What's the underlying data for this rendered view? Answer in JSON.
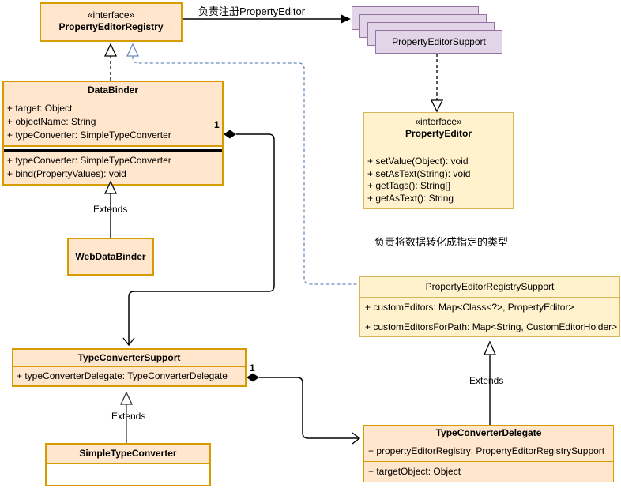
{
  "diagram": {
    "notes": {
      "register_note": "负责注册PropertyEditor",
      "convert_note": "负责将数据转化成指定的类型"
    },
    "edge_labels": {
      "extends_webdatabinder": "Extends",
      "extends_simpletypeconverter": "Extends",
      "extends_typeconverterdelegate": "Extends",
      "multiplicity_databinder": "1",
      "multiplicity_typeconvertersupport": "1"
    },
    "colors": {
      "orange_fill": "#FFE6CC",
      "orange_border": "#D79B00",
      "yellow_fill": "#FFF2CC",
      "yellow_border": "#D6B656",
      "purple_fill": "#E1D5E7",
      "purple_border": "#9673A6",
      "blue_edge": "#6C8EBF"
    },
    "classes": {
      "property_editor_registry": {
        "stereotype": "«interface»",
        "name": "PropertyEditorRegistry"
      },
      "property_editor_support": {
        "name": "PropertyEditorSupport"
      },
      "data_binder": {
        "name": "DataBinder",
        "attributes": [
          "+ target: Object",
          "+ objectName: String",
          "+ typeConverter: SimpleTypeConverter"
        ],
        "methods": [
          "+ typeConverter: SimpleTypeConverter",
          "+ bind(PropertyValues): void"
        ]
      },
      "web_data_binder": {
        "name": "WebDataBinder"
      },
      "property_editor": {
        "stereotype": "«interface»",
        "name": "PropertyEditor",
        "methods": [
          "+ setValue(Object): void",
          "+ setAsText(String): void",
          "+ getTags(): String[]",
          "+ getAsText(): String"
        ]
      },
      "property_editor_registry_support": {
        "name": "PropertyEditorRegistrySupport",
        "rows": [
          "+ customEditors: Map<Class<?>, PropertyEditor>",
          "+ customEditorsForPath: Map<String, CustomEditorHolder>"
        ]
      },
      "type_converter_support": {
        "name": "TypeConverterSupport",
        "attributes": [
          "+ typeConverterDelegate: TypeConverterDelegate"
        ]
      },
      "simple_type_converter": {
        "name": "SimpleTypeConverter"
      },
      "type_converter_delegate": {
        "name": "TypeConverterDelegate",
        "rows": [
          "+ propertyEditorRegistry: PropertyEditorRegistrySupport",
          "+ targetObject: Object"
        ]
      }
    }
  }
}
